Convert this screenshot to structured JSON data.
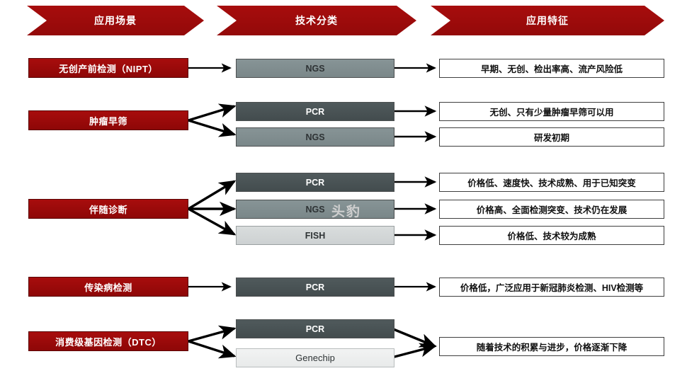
{
  "header": {
    "columns": [
      {
        "label": "应用场景"
      },
      {
        "label": "技术分类"
      },
      {
        "label": "应用特征"
      }
    ]
  },
  "colors": {
    "brand_red": "#9d0b0b",
    "tech_dark_gray": "#4a5355",
    "tech_mid_gray": "#808d8f",
    "tech_light_gray": "#d3d7d8",
    "tech_lighter_gray": "#eeefef",
    "feature_bg": "#ffffff",
    "arrow": "#000000",
    "watermark": "#cfcfcf"
  },
  "watermark": {
    "text": "头豹"
  },
  "rows": [
    {
      "scenario": "无创产前检测（NIPT）",
      "items": [
        {
          "tech": "NGS",
          "tech_style": "mid",
          "feature": "早期、无创、检出率高、流产风险低"
        }
      ]
    },
    {
      "scenario": "肿瘤早筛",
      "items": [
        {
          "tech": "PCR",
          "tech_style": "dark",
          "feature": "无创、只有少量肿瘤早筛可以用"
        },
        {
          "tech": "NGS",
          "tech_style": "mid",
          "feature": "研发初期"
        }
      ]
    },
    {
      "scenario": "伴随诊断",
      "items": [
        {
          "tech": "PCR",
          "tech_style": "dark",
          "feature": "价格低、速度快、技术成熟、用于已知突变"
        },
        {
          "tech": "NGS",
          "tech_style": "mid",
          "feature": "价格高、全面检测突变、技术仍在发展"
        },
        {
          "tech": "FISH",
          "tech_style": "light",
          "feature": "价格低、技术较为成熟"
        }
      ]
    },
    {
      "scenario": "传染病检测",
      "items": [
        {
          "tech": "PCR",
          "tech_style": "dark",
          "feature": "价格低，广泛应用于新冠肺炎检测、HIV检测等"
        }
      ]
    },
    {
      "scenario": "消费级基因检测（DTC）",
      "items": [
        {
          "tech": "PCR",
          "tech_style": "dark",
          "feature": "随着技术的积累与进步，价格逐渐下降"
        },
        {
          "tech": "Genechip",
          "tech_style": "lighter",
          "feature": ""
        }
      ]
    }
  ]
}
